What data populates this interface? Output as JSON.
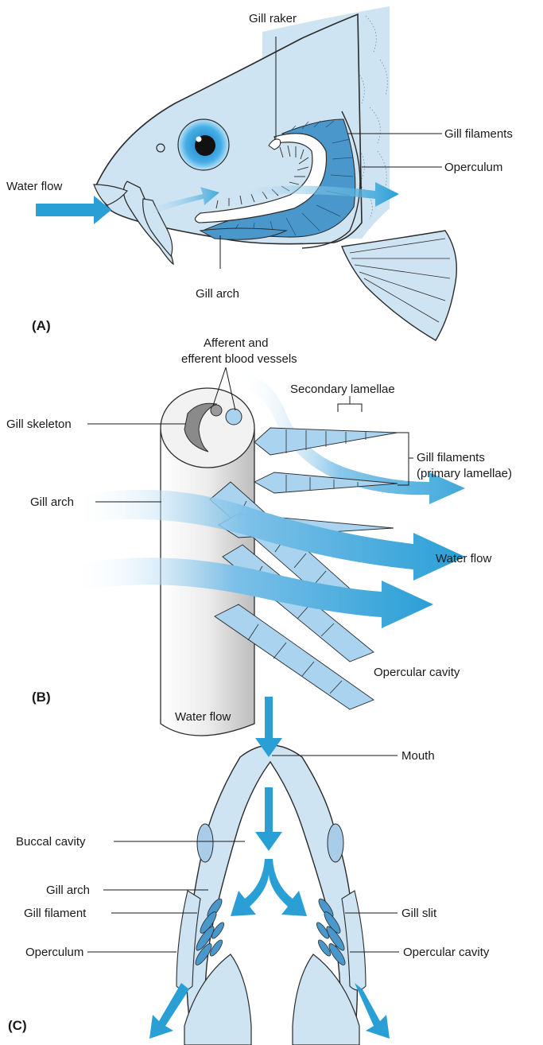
{
  "colors": {
    "arrow": "#2a9fd6",
    "tissue": "#cfe4f3",
    "tissue_outline": "#2b2b2b",
    "filament": "#5aa9d6",
    "skeleton": "#e8e8e8"
  },
  "panel_a": {
    "tag": "(A)",
    "labels": {
      "water_flow": "Water flow",
      "gill_raker": "Gill raker",
      "gill_filaments": "Gill filaments",
      "operculum": "Operculum",
      "gill_arch": "Gill arch"
    }
  },
  "panel_b": {
    "tag": "(B)",
    "labels": {
      "vessels_line1": "Afferent and",
      "vessels_line2": "efferent blood vessels",
      "gill_skeleton": "Gill skeleton",
      "secondary_lamellae": "Secondary lamellae",
      "gill_filaments_line1": "Gill filaments",
      "gill_filaments_line2": "(primary lamellae)",
      "gill_arch": "Gill arch",
      "water_flow": "Water flow",
      "opercular_cavity": "Opercular cavity"
    }
  },
  "panel_c": {
    "tag": "(C)",
    "labels": {
      "water_flow": "Water flow",
      "mouth": "Mouth",
      "buccal_cavity": "Buccal cavity",
      "gill_arch": "Gill arch",
      "gill_filament": "Gill filament",
      "operculum": "Operculum",
      "gill_slit": "Gill slit",
      "opercular_cavity": "Opercular cavity"
    }
  }
}
